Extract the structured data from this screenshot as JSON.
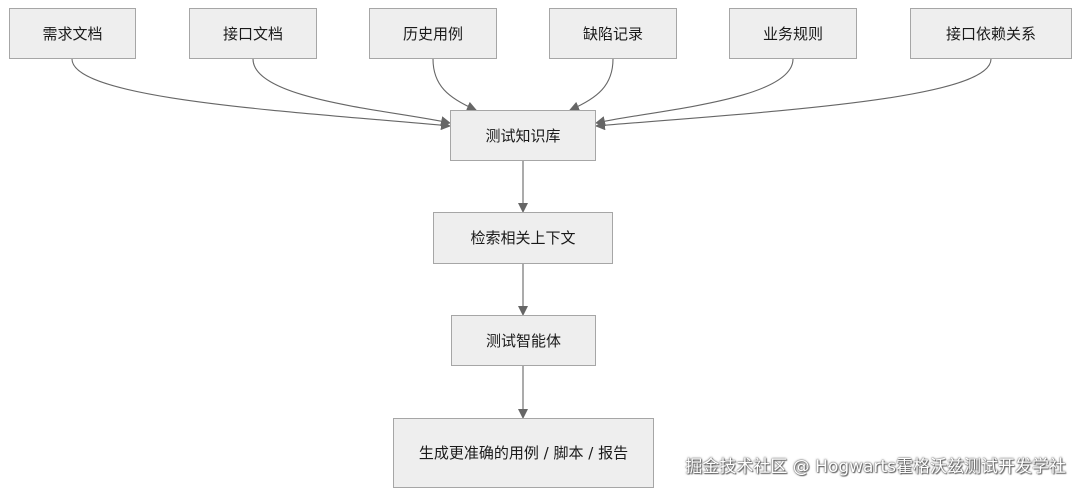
{
  "nodes": {
    "sources": [
      {
        "label": "需求文档"
      },
      {
        "label": "接口文档"
      },
      {
        "label": "历史用例"
      },
      {
        "label": "缺陷记录"
      },
      {
        "label": "业务规则"
      },
      {
        "label": "接口依赖关系"
      }
    ],
    "knowledge_base": {
      "label": "测试知识库"
    },
    "retrieve": {
      "label": "检索相关上下文"
    },
    "agent": {
      "label": "测试智能体"
    },
    "output": {
      "label": "生成更准确的用例 / 脚本 / 报告"
    }
  },
  "edges": [
    {
      "from": "需求文档",
      "to": "测试知识库"
    },
    {
      "from": "接口文档",
      "to": "测试知识库"
    },
    {
      "from": "历史用例",
      "to": "测试知识库"
    },
    {
      "from": "缺陷记录",
      "to": "测试知识库"
    },
    {
      "from": "业务规则",
      "to": "测试知识库"
    },
    {
      "from": "接口依赖关系",
      "to": "测试知识库"
    },
    {
      "from": "测试知识库",
      "to": "检索相关上下文"
    },
    {
      "from": "检索相关上下文",
      "to": "测试智能体"
    },
    {
      "from": "测试智能体",
      "to": "生成更准确的用例 / 脚本 / 报告"
    }
  ],
  "colors": {
    "node_fill": "#eeeeee",
    "node_border": "#a6a6a6",
    "edge": "#666666"
  },
  "watermark": "掘金技术社区 @ Hogwarts霍格沃兹测试开发学社"
}
